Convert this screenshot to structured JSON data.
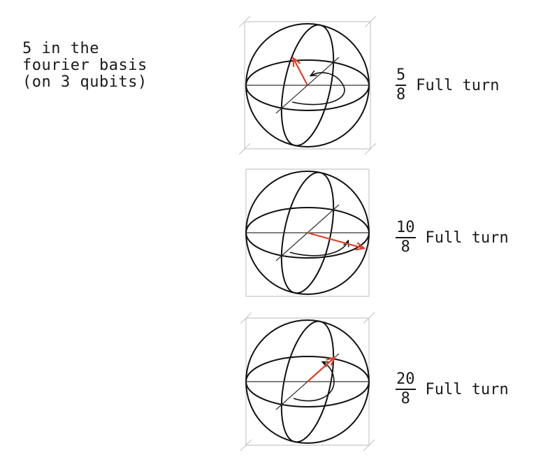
{
  "caption": {
    "lines": [
      "5 in the",
      "fourier basis",
      "(on 3 qubits)"
    ]
  },
  "spheres": [
    {
      "id": "sphere-1",
      "fraction_numerator": "5",
      "fraction_denominator": "8",
      "turn_label": "Full turn",
      "turns": 0.625
    },
    {
      "id": "sphere-2",
      "fraction_numerator": "10",
      "fraction_denominator": "8",
      "turn_label": "Full turn",
      "turns": 1.25
    },
    {
      "id": "sphere-3",
      "fraction_numerator": "20",
      "fraction_denominator": "8",
      "turn_label": "Full turn",
      "turns": 2.5
    }
  ],
  "colors": {
    "outline": "#111111",
    "state_vector": "#e0402a",
    "construction_lines": "#c8c8c8"
  }
}
